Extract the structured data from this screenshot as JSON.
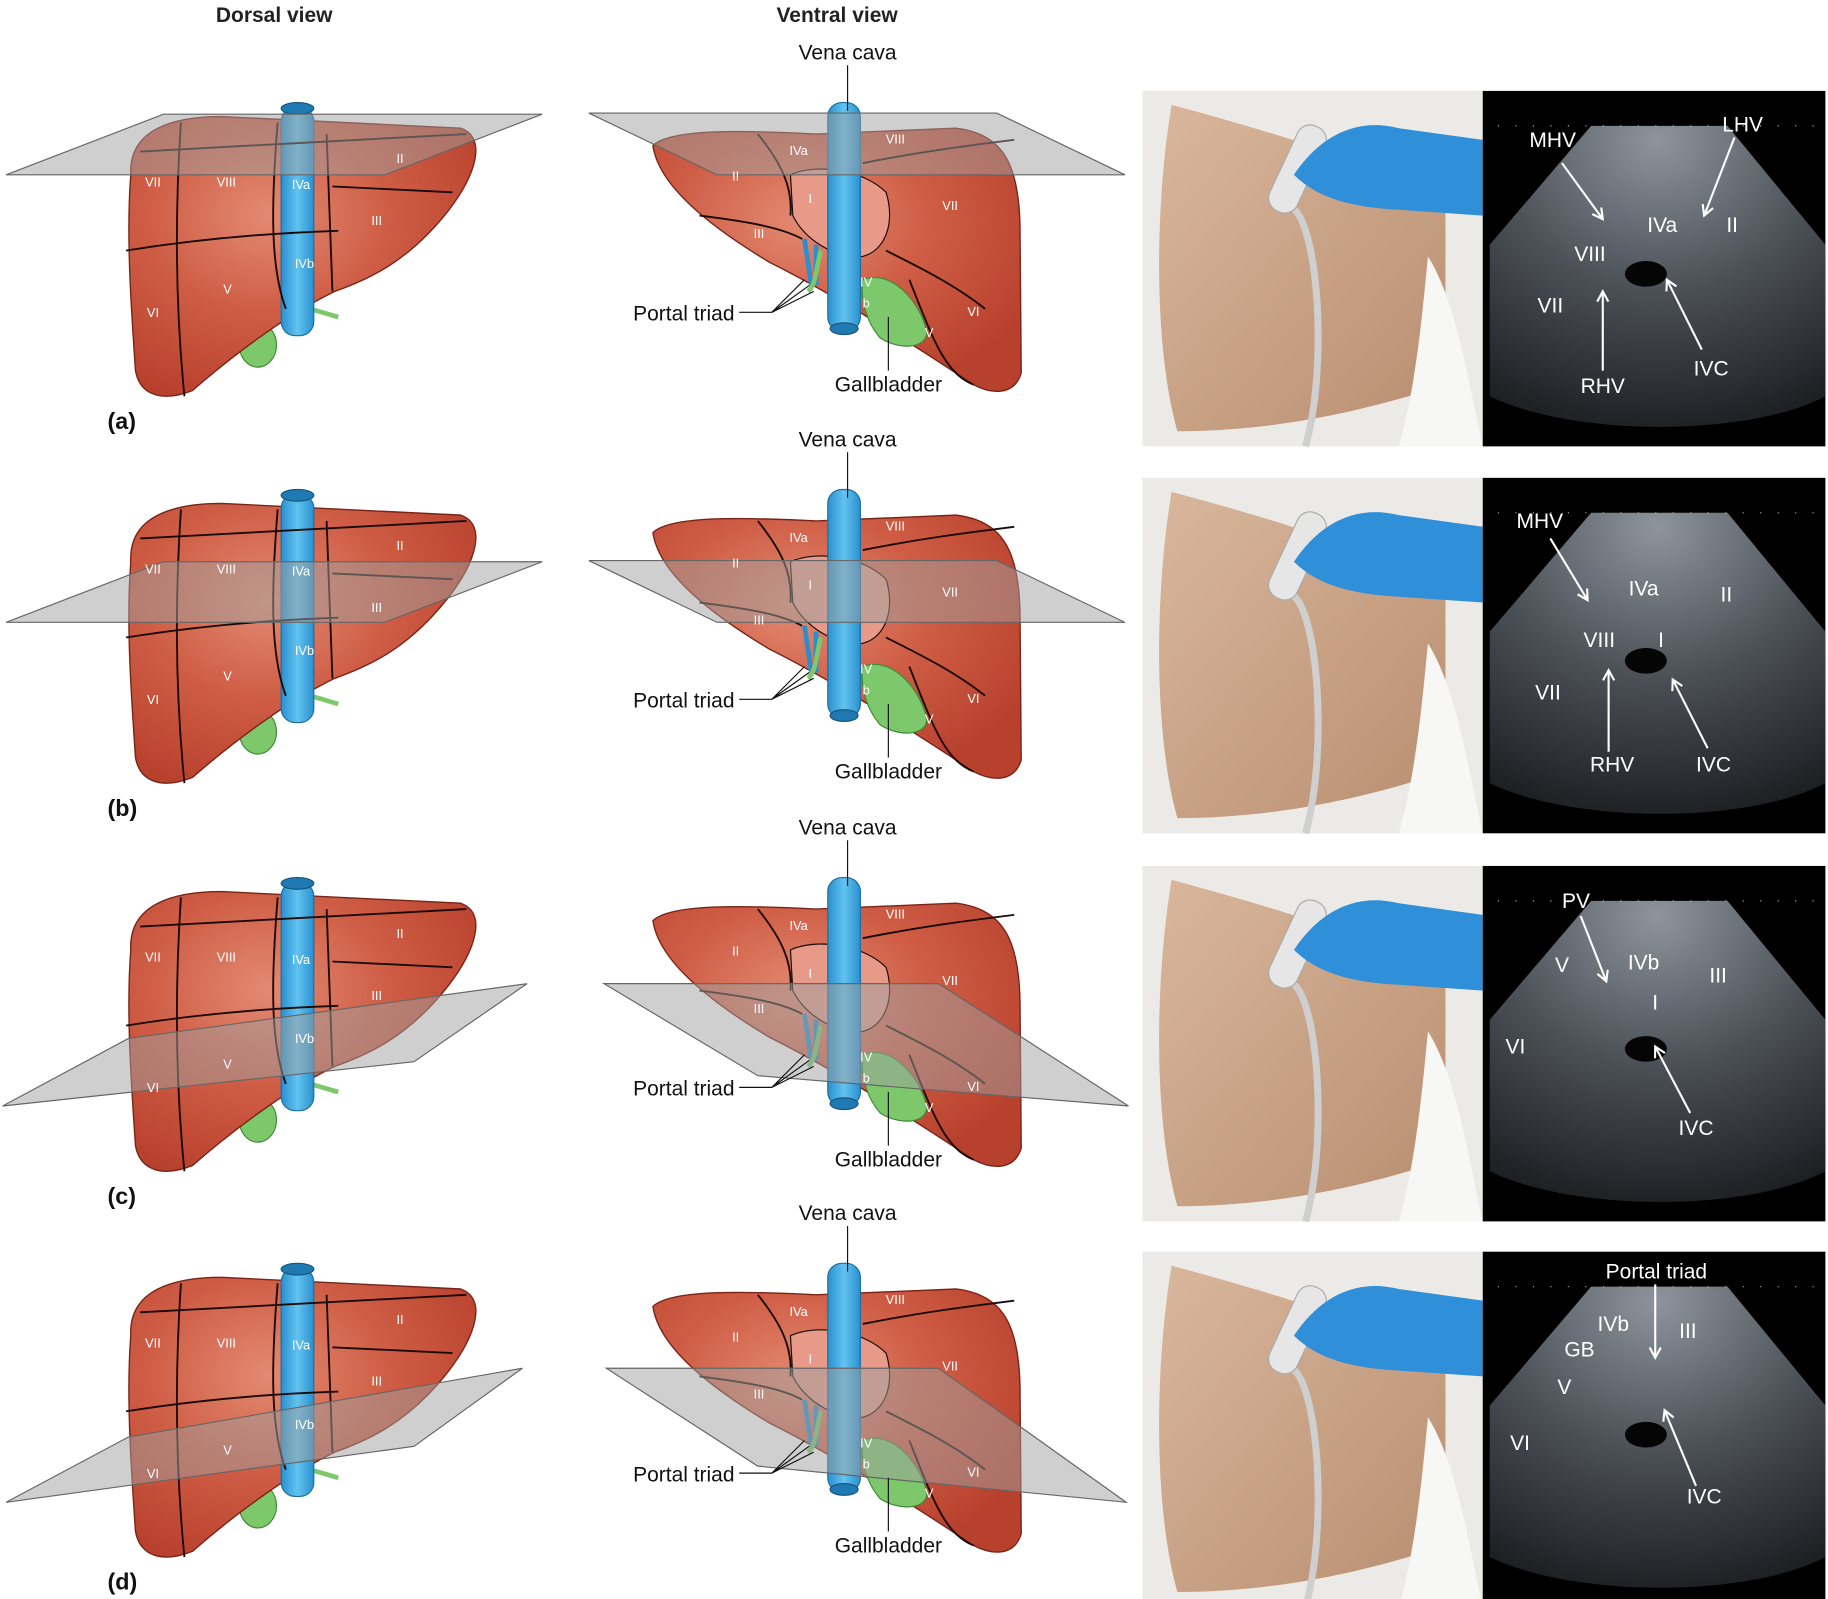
{
  "headers": {
    "dorsal": "Dorsal view",
    "ventral": "Ventral view"
  },
  "annotations": {
    "vena_cava": "Vena cava",
    "portal_triad": "Portal triad",
    "gallbladder": "Gallbladder"
  },
  "dorsal_segments": [
    "VII",
    "VIII",
    "IVa",
    "II",
    "III",
    "IVb",
    "V",
    "VI"
  ],
  "ventral_segments": [
    "IVa",
    "VIII",
    "II",
    "I",
    "VII",
    "III",
    "IV",
    "b",
    "VI",
    "V"
  ],
  "colors": {
    "liver": "#c9553f",
    "vena_cava": "#3aa7dd",
    "gallbladder": "#7cc86a",
    "plane": "#9a9a9a",
    "glove": "#2f8fd8"
  },
  "rows": [
    {
      "letter": "(a)",
      "ultrasound_labels": [
        "MHV",
        "LHV",
        "IVa",
        "II",
        "VIII",
        "VII",
        "RHV",
        "IVC"
      ]
    },
    {
      "letter": "(b)",
      "ultrasound_labels": [
        "MHV",
        "IVa",
        "II",
        "VIII",
        "I",
        "VII",
        "RHV",
        "IVC"
      ]
    },
    {
      "letter": "(c)",
      "ultrasound_labels": [
        "PV",
        "V",
        "IVb",
        "III",
        "I",
        "VI",
        "IVC"
      ]
    },
    {
      "letter": "(d)",
      "ultrasound_labels": [
        "Portal triad",
        "IVb",
        "III",
        "GB",
        "V",
        "VI",
        "IVC"
      ]
    }
  ]
}
